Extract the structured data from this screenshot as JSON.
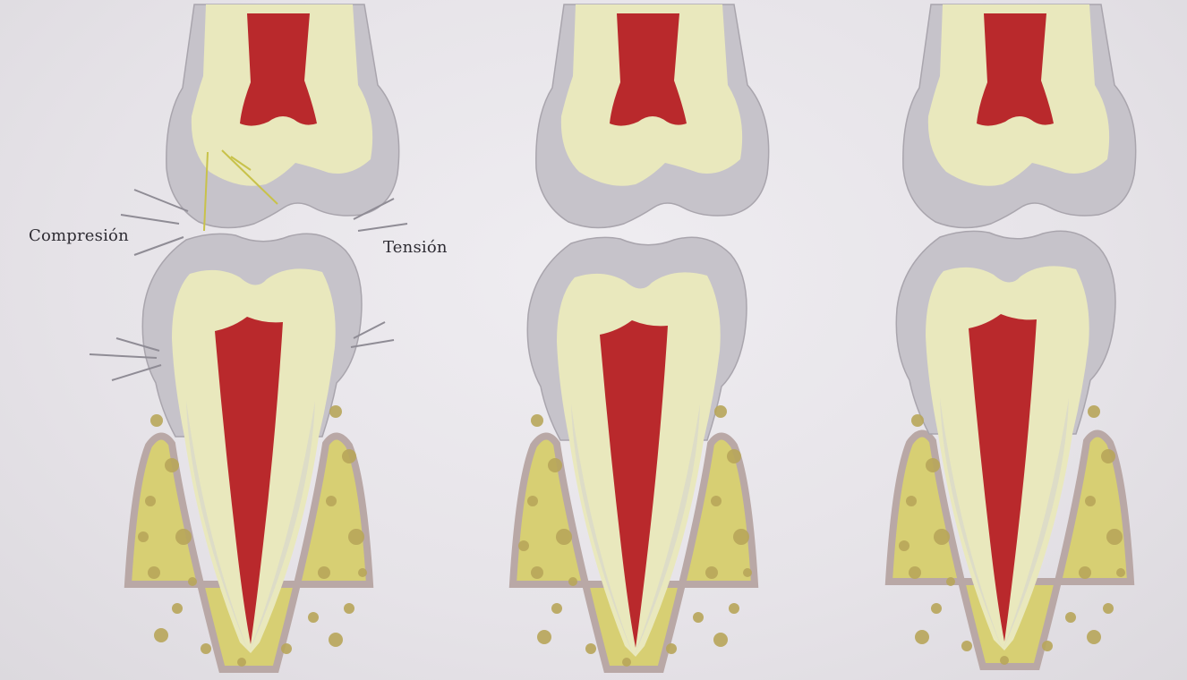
{
  "labels": {
    "compression": "Compresión",
    "tension": "Tensión"
  },
  "colors": {
    "background": "#e9e6ea",
    "enamel": "#c6c3ca",
    "dentin": "#e9e8bd",
    "pulp": "#b9292c",
    "bone": "#d7cf73",
    "bone_spots": "#b8a65a",
    "bone_outline": "#b9a8a6",
    "force_lines": "#8f8c95",
    "fracture": "#c8c24a"
  },
  "panels": [
    {
      "name": "compression-tension-stage",
      "shows_stress_lines": true
    },
    {
      "name": "wear-stage-1",
      "shows_stress_lines": false
    },
    {
      "name": "wear-stage-2",
      "shows_stress_lines": false
    }
  ]
}
